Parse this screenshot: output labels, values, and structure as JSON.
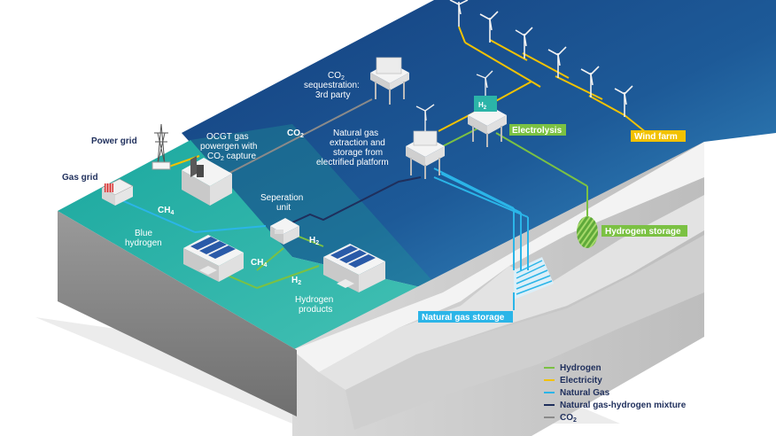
{
  "labels": {
    "power_grid": "Power grid",
    "gas_grid": "Gas grid",
    "ocgt_1": "OCGT gas",
    "ocgt_2": "powergen with",
    "ocgt_3": "CO",
    "ocgt_3_sub": "2",
    "ocgt_3_tail": " capture",
    "co2_seq_1": "CO",
    "co2_seq_1_sub": "2",
    "co2_seq_2": "sequestration:",
    "co2_seq_3": "3rd party",
    "co2_flow": "CO",
    "co2_flow_sub": "2",
    "ng_1": "Natural gas",
    "ng_2": "extraction and",
    "ng_3": "storage from",
    "ng_4": "electrified platform",
    "sep_1": "Seperation",
    "sep_2": "unit",
    "ch4_top": "CH",
    "ch4_top_sub": "4",
    "ch4_bottom": "CH",
    "ch4_bottom_sub": "4",
    "blue_h_1": "Blue",
    "blue_h_2": "hydrogen",
    "h2_top": "H",
    "h2_top_sub": "2",
    "h2_bottom": "H",
    "h2_bottom_sub": "2",
    "hp_1": "Hydrogen",
    "hp_2": "products",
    "electrolysis": "Electrolysis",
    "wind_farm": "Wind farm",
    "hydrogen_storage": "Hydrogen storage",
    "natural_gas_storage": "Natural gas storage",
    "h2_badge": "H",
    "h2_badge_sub": "2"
  },
  "legend": [
    {
      "label": "Hydrogen",
      "color": "#7bc143"
    },
    {
      "label": "Electricity",
      "color": "#f2c200"
    },
    {
      "label": "Natural Gas",
      "color": "#2bb5e8"
    },
    {
      "label": "Natural gas-hydrogen mixture",
      "color": "#1f2f5c"
    },
    {
      "label": "CO",
      "label_sub": "2",
      "color": "#8a8a8a"
    }
  ],
  "colors": {
    "hydrogen": "#7bc143",
    "electricity": "#f2c200",
    "natural_gas": "#2bb5e8",
    "mixture": "#1f2f5c",
    "co2": "#8a8a8a",
    "sea_deep": "#1a4a8c",
    "sea_light": "#3a8fc6",
    "land_teal": "#2bb4a8"
  }
}
